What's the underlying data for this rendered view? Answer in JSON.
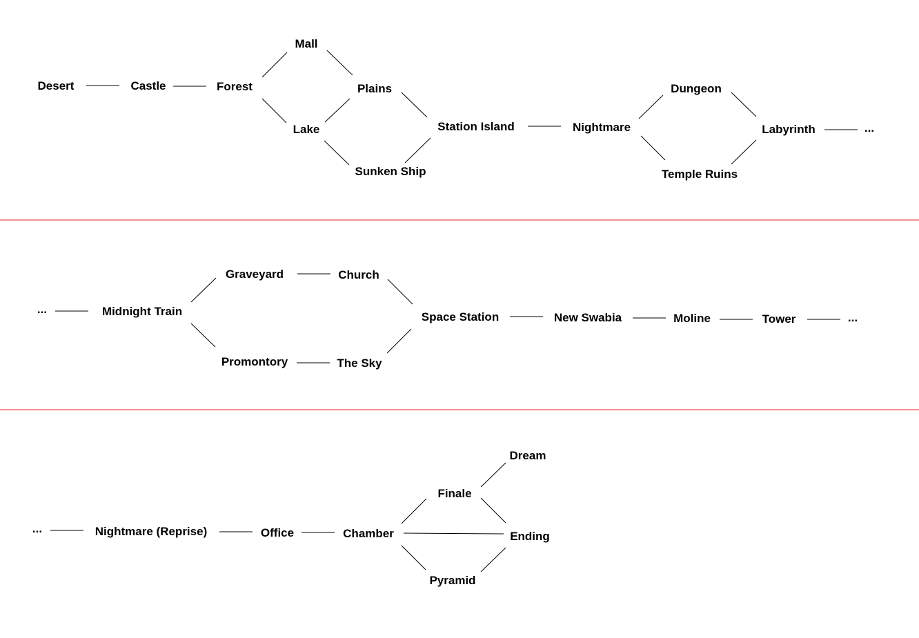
{
  "colors": {
    "divider": "#e52020",
    "edge": "#000000",
    "text": "#000000",
    "background": "#ffffff"
  },
  "rows": [
    {
      "nodes": {
        "desert": "Desert",
        "castle": "Castle",
        "forest": "Forest",
        "mall": "Mall",
        "lake": "Lake",
        "plains": "Plains",
        "sunken_ship": "Sunken Ship",
        "station_island": "Station Island",
        "nightmare": "Nightmare",
        "dungeon": "Dungeon",
        "temple_ruins": "Temple Ruins",
        "labyrinth": "Labyrinth",
        "continue_out": "..."
      },
      "edges": [
        [
          "desert",
          "castle"
        ],
        [
          "castle",
          "forest"
        ],
        [
          "forest",
          "mall"
        ],
        [
          "forest",
          "lake"
        ],
        [
          "mall",
          "plains"
        ],
        [
          "lake",
          "plains"
        ],
        [
          "lake",
          "sunken_ship"
        ],
        [
          "plains",
          "station_island"
        ],
        [
          "sunken_ship",
          "station_island"
        ],
        [
          "station_island",
          "nightmare"
        ],
        [
          "nightmare",
          "dungeon"
        ],
        [
          "nightmare",
          "temple_ruins"
        ],
        [
          "dungeon",
          "labyrinth"
        ],
        [
          "temple_ruins",
          "labyrinth"
        ],
        [
          "labyrinth",
          "continue_out"
        ]
      ]
    },
    {
      "nodes": {
        "continue_in": "...",
        "midnight_train": "Midnight Train",
        "graveyard": "Graveyard",
        "church": "Church",
        "promontory": "Promontory",
        "the_sky": "The Sky",
        "space_station": "Space Station",
        "new_swabia": "New Swabia",
        "moline": "Moline",
        "tower": "Tower",
        "continue_out": "..."
      },
      "edges": [
        [
          "continue_in",
          "midnight_train"
        ],
        [
          "midnight_train",
          "graveyard"
        ],
        [
          "midnight_train",
          "promontory"
        ],
        [
          "graveyard",
          "church"
        ],
        [
          "promontory",
          "the_sky"
        ],
        [
          "church",
          "space_station"
        ],
        [
          "the_sky",
          "space_station"
        ],
        [
          "space_station",
          "new_swabia"
        ],
        [
          "new_swabia",
          "moline"
        ],
        [
          "moline",
          "tower"
        ],
        [
          "tower",
          "continue_out"
        ]
      ]
    },
    {
      "nodes": {
        "continue_in": "...",
        "nightmare_reprise": "Nightmare (Reprise)",
        "office": "Office",
        "chamber": "Chamber",
        "finale": "Finale",
        "dream": "Dream",
        "ending": "Ending",
        "pyramid": "Pyramid"
      },
      "edges": [
        [
          "continue_in",
          "nightmare_reprise"
        ],
        [
          "nightmare_reprise",
          "office"
        ],
        [
          "office",
          "chamber"
        ],
        [
          "chamber",
          "finale"
        ],
        [
          "chamber",
          "ending"
        ],
        [
          "chamber",
          "pyramid"
        ],
        [
          "finale",
          "dream"
        ],
        [
          "finale",
          "ending"
        ],
        [
          "pyramid",
          "ending"
        ]
      ]
    }
  ]
}
